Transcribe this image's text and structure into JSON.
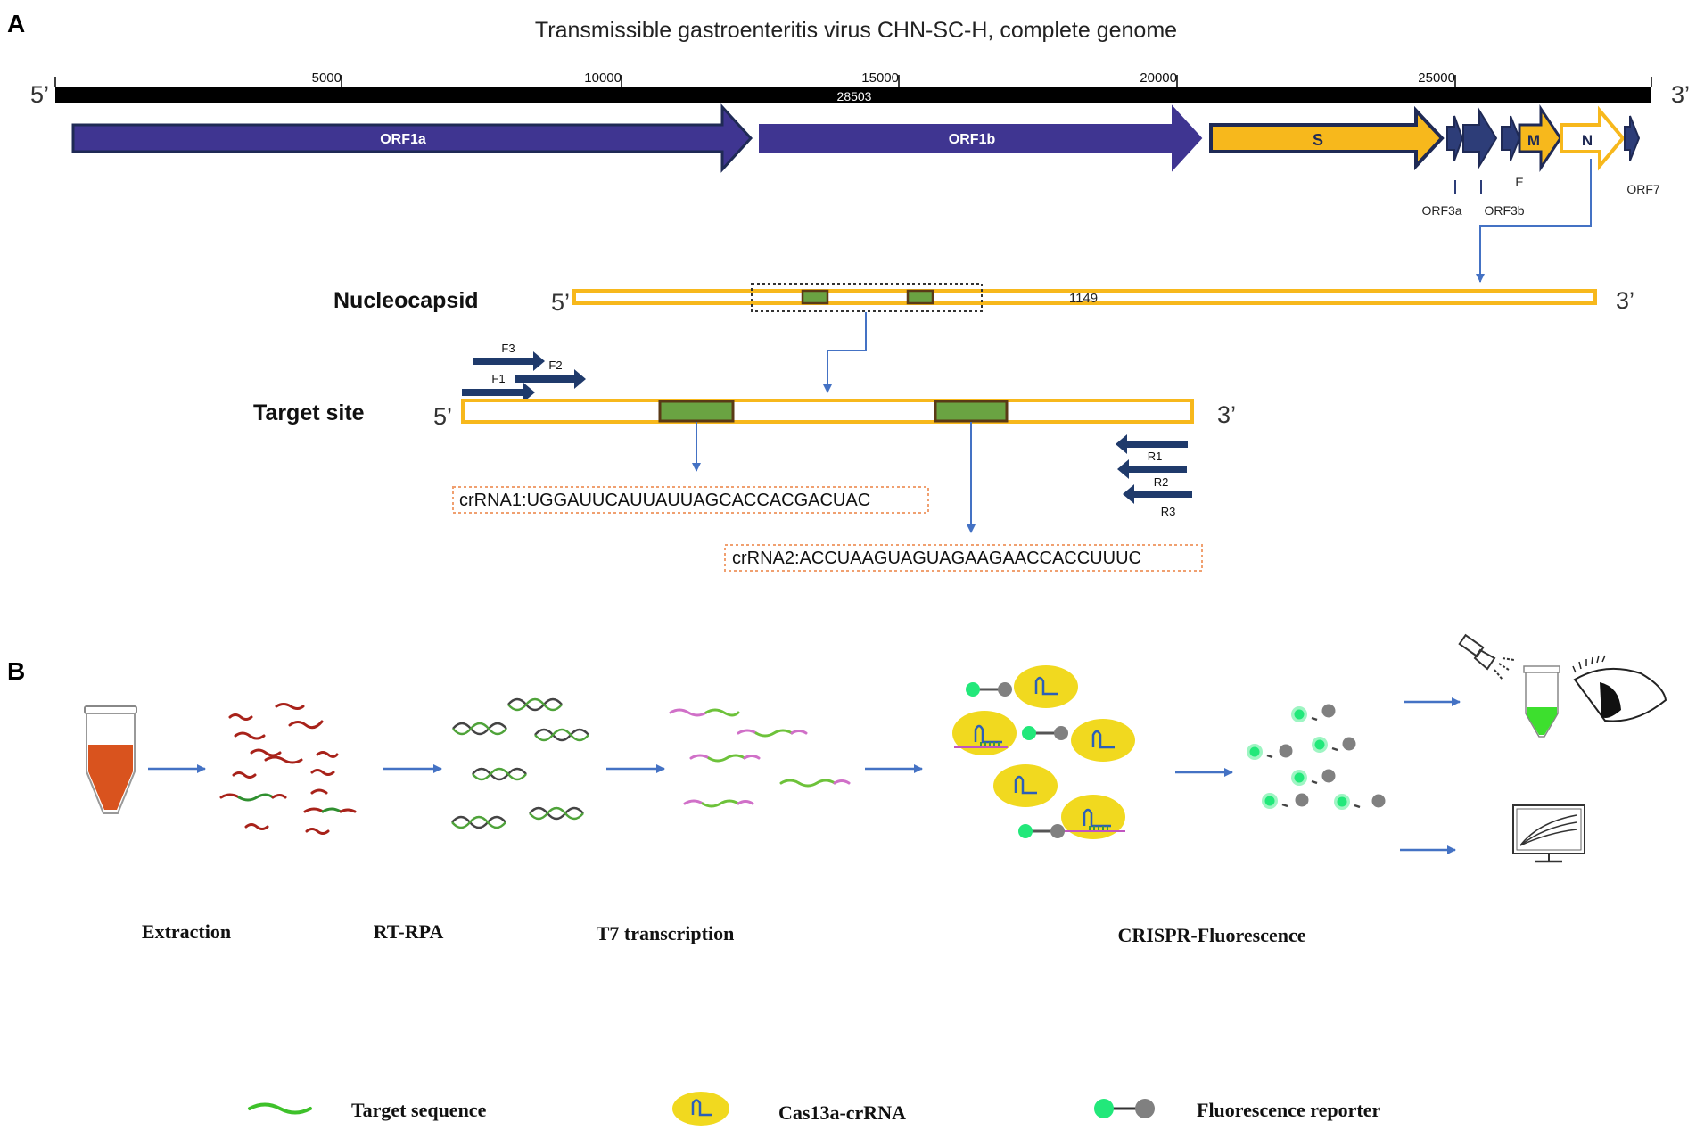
{
  "panel_a": {
    "label": "A",
    "title": "Transmissible gastroenteritis virus CHN-SC-H, complete genome",
    "five_prime": "5’",
    "three_prime": "3’",
    "ruler": {
      "ticks": [
        "5000",
        "10000",
        "15000",
        "20000",
        "25000"
      ],
      "length_label": "28503"
    },
    "orfs": [
      {
        "label": "ORF1a",
        "kind": "poly"
      },
      {
        "label": "ORF1b",
        "kind": "poly"
      },
      {
        "label": "S",
        "kind": "structural"
      },
      {
        "label": "ORF3a",
        "kind": "accessory"
      },
      {
        "label": "ORF3b",
        "kind": "accessory"
      },
      {
        "label": "E",
        "kind": "accessory"
      },
      {
        "label": "M",
        "kind": "structural"
      },
      {
        "label": "N",
        "kind": "target"
      },
      {
        "label": "ORF7",
        "kind": "accessory"
      }
    ],
    "nucleocapsid": {
      "label": "Nucleocapsid",
      "length_label": "1149"
    },
    "target_site": {
      "label": "Target site"
    },
    "primers": {
      "forward": [
        "F3",
        "F2",
        "F1"
      ],
      "reverse": [
        "R1",
        "R2",
        "R3"
      ]
    },
    "crrnas": [
      "crRNA1:UGGAUUCAUUAUUAGCACCACGACUAC",
      "crRNA2:ACCUAAGUAGUAGAAGAACCACCUUUC"
    ]
  },
  "panel_b": {
    "label": "B",
    "steps": [
      "Extraction",
      "RT-RPA",
      "T7 transcription",
      "CRISPR-Fluorescence"
    ],
    "legend": [
      {
        "label": "Target sequence",
        "icon": "green-wave-icon"
      },
      {
        "label": "Cas13a-crRNA",
        "icon": "cas13a-complex-icon"
      },
      {
        "label": "Fluorescence reporter",
        "icon": "reporter-icon"
      }
    ]
  },
  "colors": {
    "poly_orf": "#3f3591",
    "structural_orf": "#f7b81c",
    "accessory_orf": "#2d3d78",
    "outline": "#1f2a55",
    "guide_box": "#6aa342",
    "arrow": "#4472c4",
    "crrna_border": "#f0a070",
    "tube_liquid": "#d9531e",
    "fluor_green": "#22e87a",
    "gray_quencher": "#808080",
    "cas_yellow": "#f1d91f"
  }
}
